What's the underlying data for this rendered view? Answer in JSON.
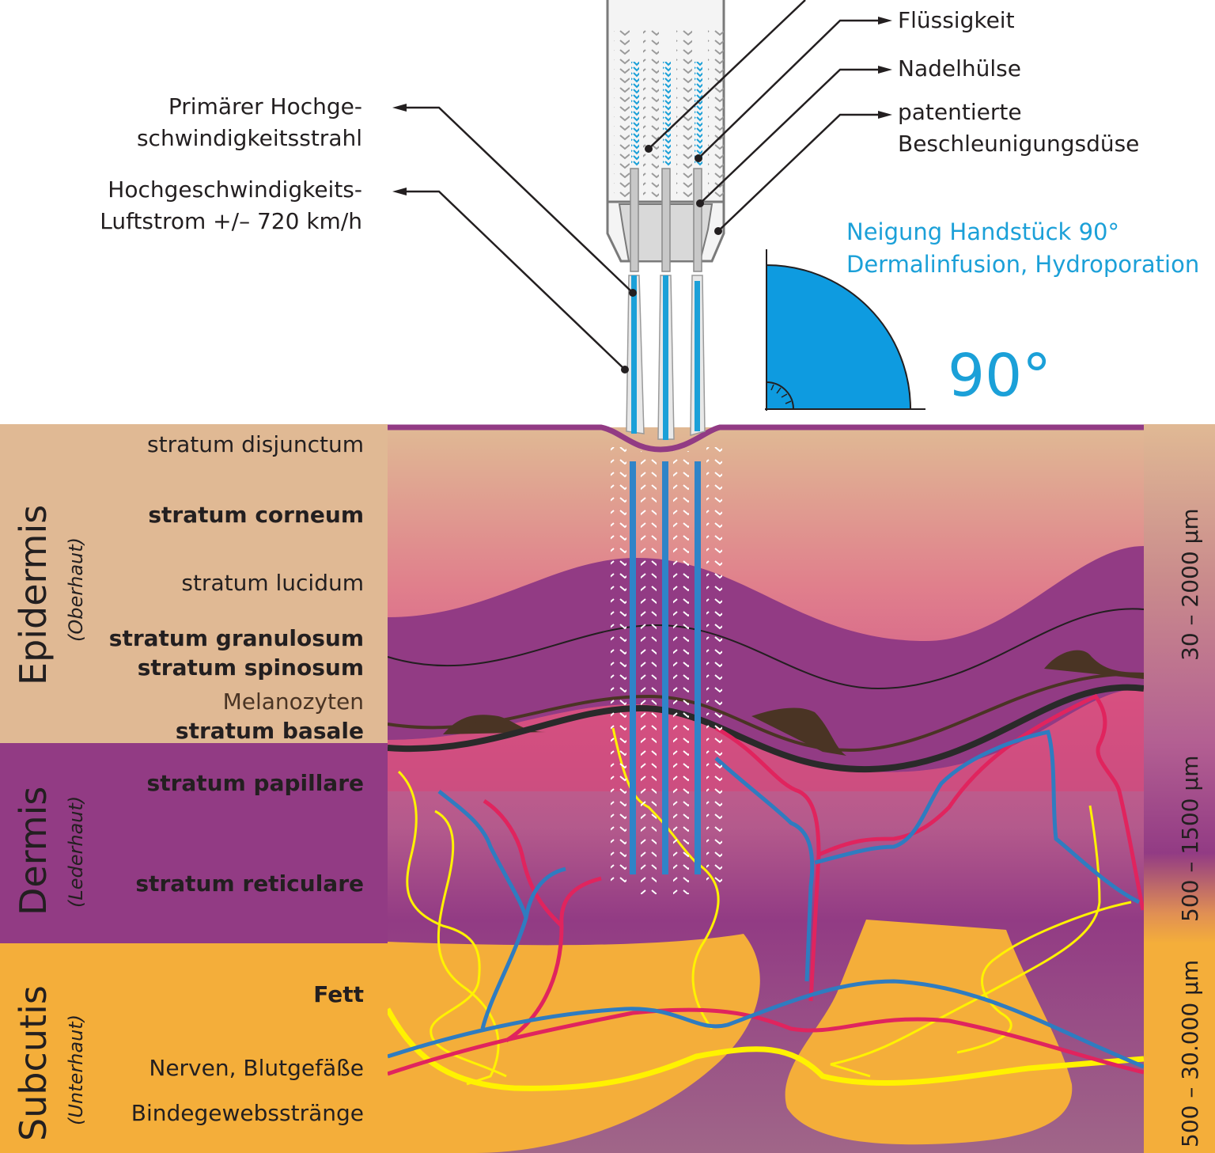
{
  "handpiece": {
    "callouts_right": [
      {
        "label": "Flüssigkeit"
      },
      {
        "label": "Nadelhülse"
      },
      {
        "label": "patentierte",
        "label2": "Beschleunigungsdüse"
      }
    ],
    "callouts_left": [
      {
        "label": "Primärer Hochge-",
        "label2": "schwindigkeitsstrahl"
      },
      {
        "label": "Hochgeschwindigkeits-",
        "label2": "Luftstrom +/– 720 km/h"
      }
    ]
  },
  "angle": {
    "title_line1": "Neigung Handstück 90°",
    "title_line2": "Dermalinfusion, Hydroporation",
    "value": "90°",
    "degrees": 90
  },
  "skin": {
    "epidermis": {
      "title": "Epidermis",
      "subtitle": "(Oberhaut)",
      "layers": [
        "stratum disjunctum",
        "stratum corneum",
        "stratum lucidum",
        "stratum granulosum",
        "stratum spinosum",
        "Melanozyten",
        "stratum basale"
      ],
      "thickness": "30 – 2000 µm"
    },
    "dermis": {
      "title": "Dermis",
      "subtitle": "(Lederhaut)",
      "layers": [
        "stratum papillare",
        "stratum reticulare"
      ],
      "thickness": "500 – 1500 µm"
    },
    "subcutis": {
      "title": "Subcutis",
      "subtitle": "(Unterhaut)",
      "layers": [
        "Fett",
        "Nerven, Blutgefäße",
        "Bindegewebsstränge"
      ],
      "thickness": "500 – 30.000 µm"
    }
  },
  "colors": {
    "accent_blue": "#1ba0d8",
    "epidermis": "#e0b994",
    "dermis": "#923b84",
    "subcutis": "#f4ae3a",
    "artery": "#e0245e",
    "vein": "#2f7cc0",
    "nerve": "#fff200",
    "melanocyte": "#4a3424"
  }
}
